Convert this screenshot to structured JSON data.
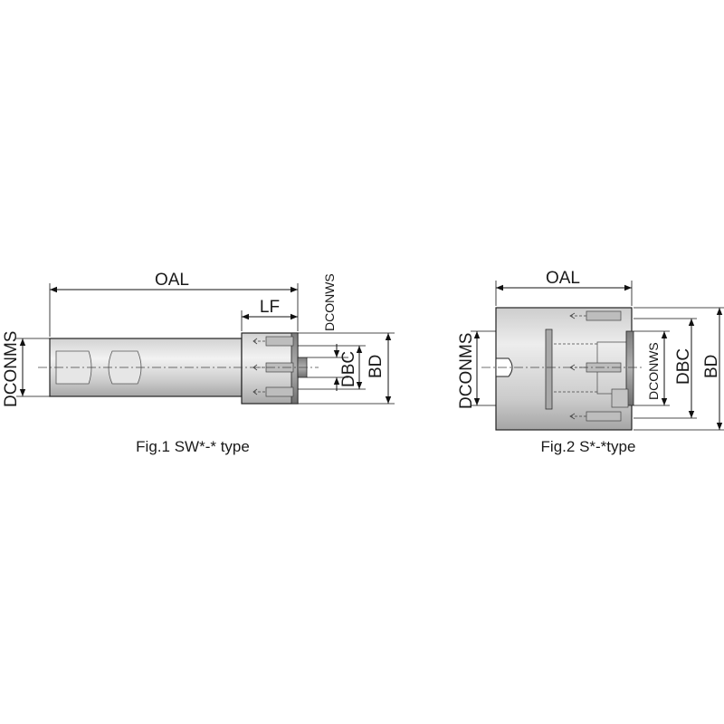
{
  "fig1": {
    "caption": "Fig.1 SW*-* type",
    "dims": {
      "oal": "OAL",
      "lf": "LF",
      "dconws": "DCONWS",
      "dconms": "DCONMS",
      "dbc": "DBC",
      "bd": "BD"
    }
  },
  "fig2": {
    "caption": "Fig.2 S*-*type",
    "dims": {
      "oal": "OAL",
      "dconws": "DCONWS",
      "dconms": "DCONMS",
      "dbc": "DBC",
      "bd": "BD"
    }
  },
  "colors": {
    "body_light": "#ececec",
    "body_mid": "#c9c9c9",
    "body_dark": "#9a9a9a",
    "line": "#111111"
  }
}
